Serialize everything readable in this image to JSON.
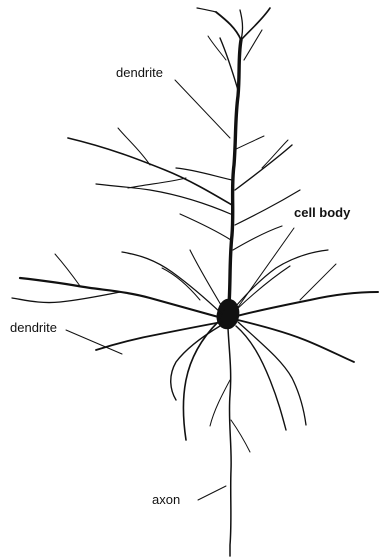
{
  "labels": {
    "dendrite_top": "dendrite",
    "cell_body": "cell body",
    "dendrite_left": "dendrite",
    "axon": "axon"
  },
  "colors": {
    "ink": "#111111",
    "background": "#ffffff"
  }
}
